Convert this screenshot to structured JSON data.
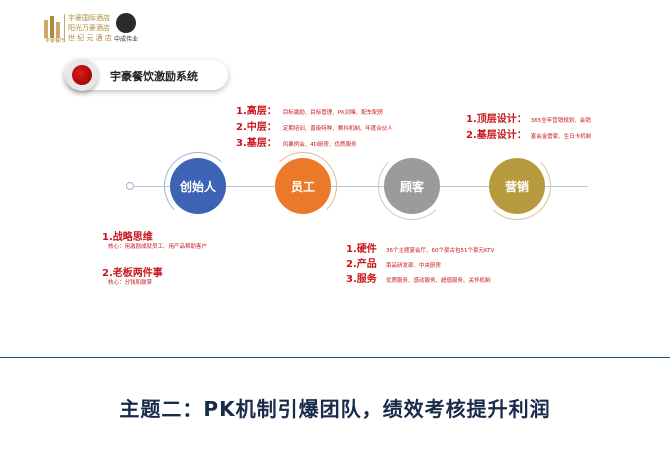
{
  "header": {
    "logo1_lines": [
      "宇豪国际酒店",
      "阳光万豪酒店",
      "世 纪 元 酒 店"
    ],
    "logo1_caption": "宇豪餐厅",
    "logo2_caption": "中成伟业"
  },
  "title": "宇豪餐饮激励系统",
  "circles": [
    {
      "label": "创始人",
      "color": "#3c63b5"
    },
    {
      "label": "员工",
      "color": "#ea7a2a"
    },
    {
      "label": "顾客",
      "color": "#9b9b9b"
    },
    {
      "label": "营销",
      "color": "#b79a3e"
    }
  ],
  "employee_block": [
    {
      "heading": "1.高层：",
      "detail": "目标激励、目标管理、PK对赌、配车配房"
    },
    {
      "heading": "2.中层：",
      "detail": "定期培训、晋级特种、赛抖机制、年度合伙人"
    },
    {
      "heading": "3.基层：",
      "detail": "风暴例会、4D厨房、优质服务"
    }
  ],
  "marketing_block": [
    {
      "heading": "1.顶层设计：",
      "detail": "365全年营销规划、会销"
    },
    {
      "heading": "2.基层设计：",
      "detail": "宴会金管家、生日卡机制"
    }
  ],
  "founder_block": [
    {
      "heading": "1.战略思维",
      "detail": "核心：用激励成就员工、用产品帮助客户"
    },
    {
      "heading": "2.老板两件事",
      "detail": "核心：分钱和鼓掌"
    }
  ],
  "customer_block": [
    {
      "heading": "1.硬件",
      "detail": "36个主题宴会厅、60个豪古包51个豪元KTV"
    },
    {
      "heading": "2.产品",
      "detail": "菜品研发部、中央厨房"
    },
    {
      "heading": "3.服务",
      "detail": "优质服务、感动服务、超值服务、关怀机制"
    }
  ],
  "bottom_title": "主题二：PK机制引爆团队，绩效考核提升利润"
}
